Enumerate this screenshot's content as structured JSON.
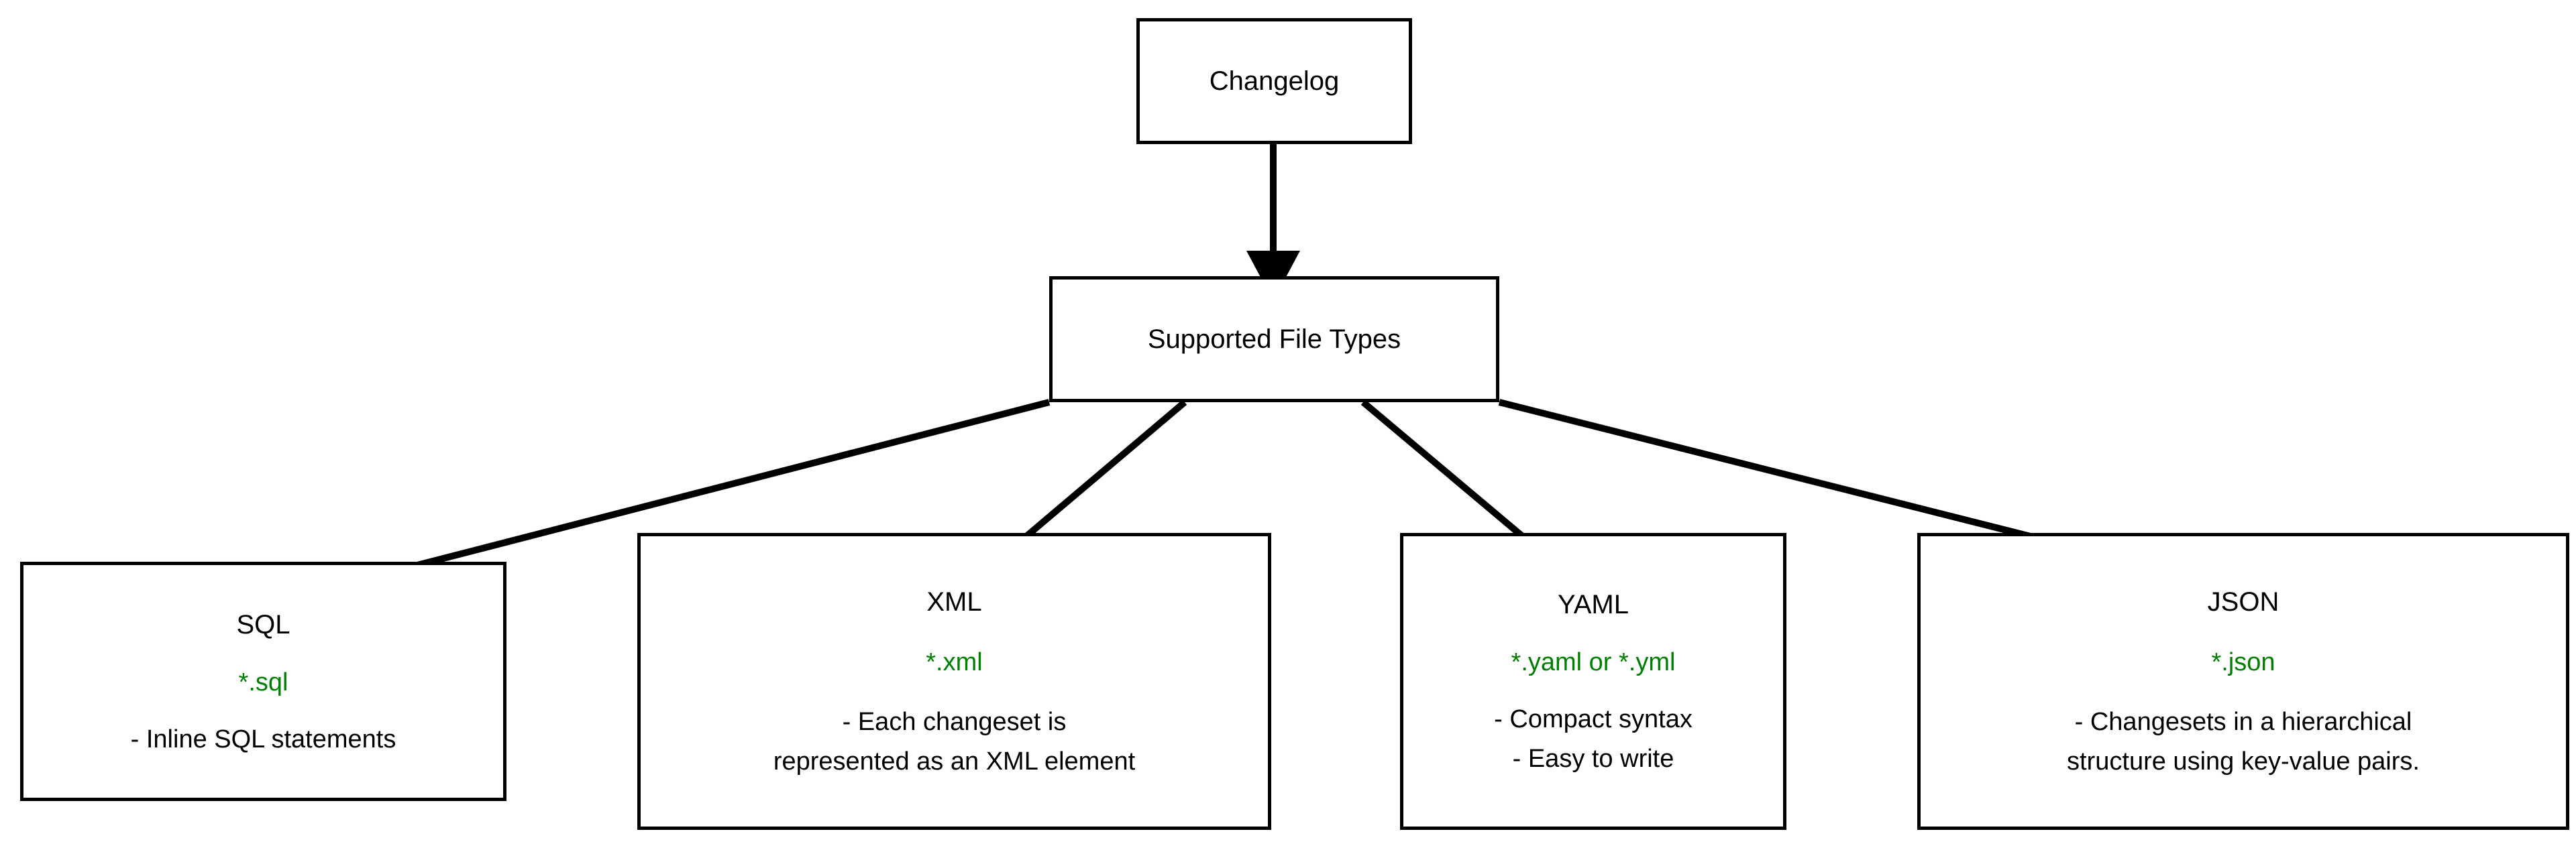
{
  "diagram": {
    "type": "flowchart",
    "direction": "top-down",
    "background_color": "#ffffff",
    "node_border_color": "#000000",
    "node_fill_color": "#ffffff",
    "text_color": "#000000",
    "accent_color": "#008000",
    "edge_color": "#000000",
    "nodes": {
      "changelog": {
        "title": "Changelog"
      },
      "supported_file_types": {
        "title": "Supported File Types"
      },
      "sql": {
        "title": "SQL",
        "extension": "*.sql",
        "desc_line_1": "- Inline SQL statements",
        "desc_line_2": ""
      },
      "xml": {
        "title": "XML",
        "extension": "*.xml",
        "desc_line_1": "- Each changeset is",
        "desc_line_2": "represented as an XML element"
      },
      "yaml": {
        "title": "YAML",
        "extension": "*.yaml or *.yml",
        "desc_line_1": "- Compact syntax",
        "desc_line_2": "- Easy to write"
      },
      "json": {
        "title": "JSON",
        "extension": "*.json",
        "desc_line_1": "- Changesets in a hierarchical",
        "desc_line_2": "structure using key-value pairs."
      }
    },
    "edges": [
      {
        "from": "Changelog",
        "to": "Supported File Types"
      },
      {
        "from": "Supported File Types",
        "to": "SQL"
      },
      {
        "from": "Supported File Types",
        "to": "XML"
      },
      {
        "from": "Supported File Types",
        "to": "YAML"
      },
      {
        "from": "Supported File Types",
        "to": "JSON"
      }
    ]
  }
}
